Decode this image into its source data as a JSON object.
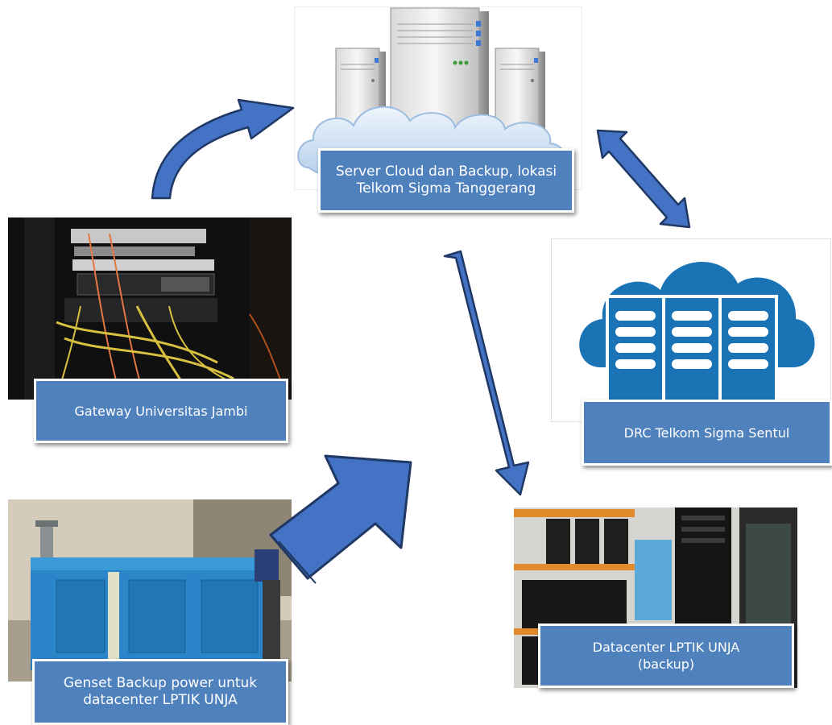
{
  "nodes": {
    "server": {
      "label": "Server Cloud dan Backup, lokasi\nTelkom Sigma Tanggerang",
      "icon": "server-cloud-icon"
    },
    "gateway": {
      "label": "Gateway Universitas Jambi",
      "icon": "network-rack-photo"
    },
    "drc": {
      "label": "DRC Telkom Sigma Sentul",
      "icon": "cloud-server-rack-icon"
    },
    "genset": {
      "label": "Genset Backup power untuk\ndatacenter LPTIK UNJA",
      "icon": "generator-photo"
    },
    "datacenter": {
      "label": "Datacenter LPTIK UNJA\n(backup)",
      "icon": "datacenter-photo"
    }
  },
  "colors": {
    "label_fill": "#4f81bd",
    "arrow_fill": "#4472c4",
    "arrow_stroke": "#1f3864",
    "drc_icon": "#1a73b5"
  }
}
